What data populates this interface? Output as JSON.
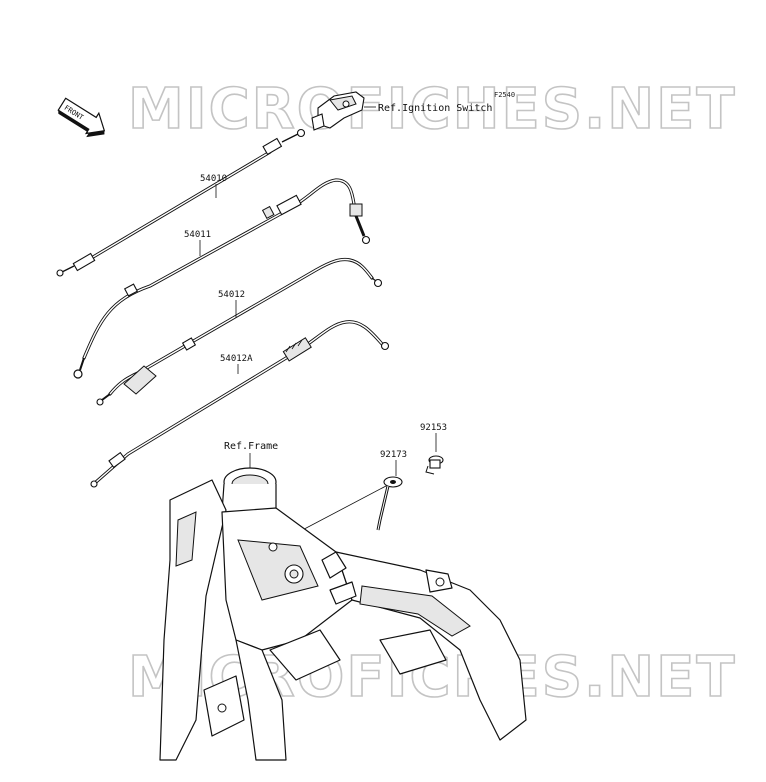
{
  "watermark": {
    "top": "MICROFICHES.NET",
    "bottom": "MICROFICHES.NET"
  },
  "figure_code": "F2540",
  "front_tag": "FRONT",
  "references": {
    "ignition_switch": "Ref.Ignition Switch",
    "frame": "Ref.Frame"
  },
  "parts": {
    "p54010": "54010",
    "p54011": "54011",
    "p54012": "54012",
    "p54012a": "54012A",
    "p92173": "92173",
    "p92153": "92153"
  }
}
